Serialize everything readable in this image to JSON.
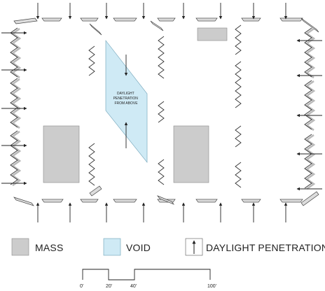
{
  "plan": {
    "void_label_lines": [
      "DAYLIGHT",
      "PENETRATION",
      "FROM ABOVE"
    ]
  },
  "legend": {
    "mass_label": "MASS",
    "void_label": "VOID",
    "daylight_label": "DAYLIGHT PENETRATION"
  },
  "scale": {
    "labels": [
      "0'",
      "20'",
      "40'",
      "100'"
    ]
  },
  "colors": {
    "mass": "#cccccc",
    "void": "#cfeaf5",
    "line": "#222222",
    "panel_light": "#eeeeee",
    "panel_dark": "#bbbbbb"
  }
}
